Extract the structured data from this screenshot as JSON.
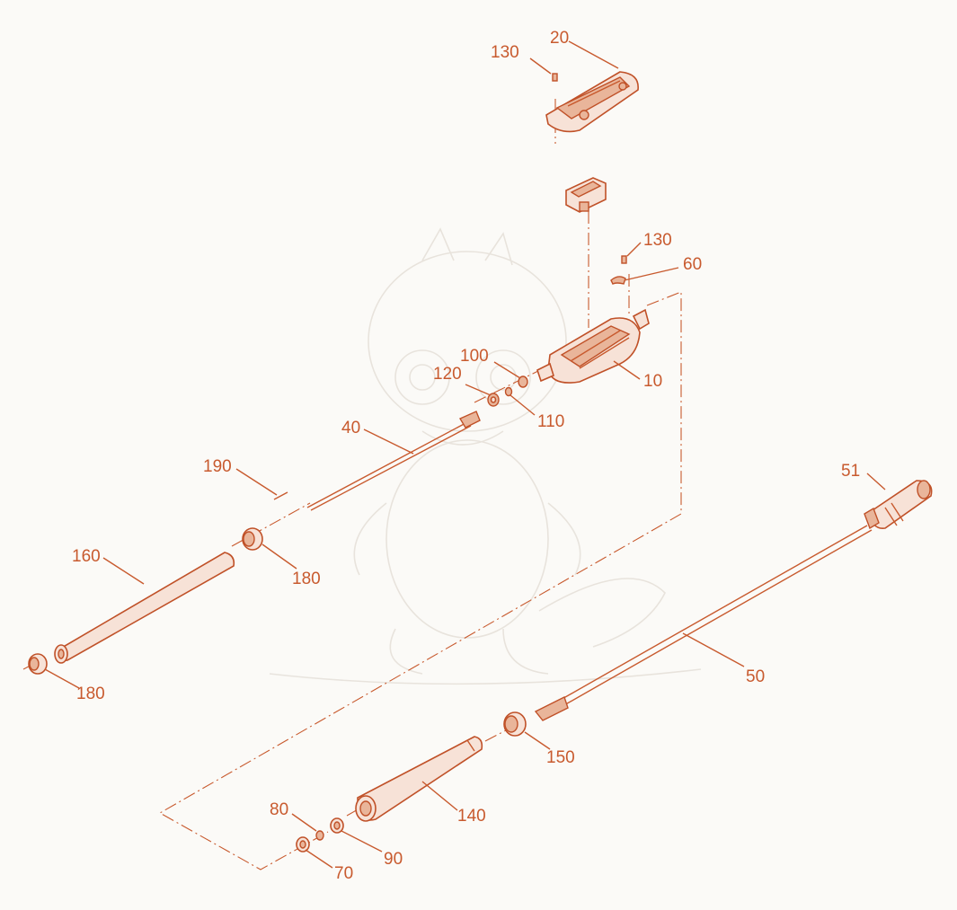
{
  "diagram": {
    "accent_color": "#c85a2e",
    "background_color": "#fbfaf7",
    "labels": {
      "p20": "20",
      "p130_top": "130",
      "p130_mid": "130",
      "p60": "60",
      "p10": "10",
      "p100": "100",
      "p120": "120",
      "p110": "110",
      "p40": "40",
      "p190": "190",
      "p160": "160",
      "p180_mid": "180",
      "p180_left": "180",
      "p51": "51",
      "p50": "50",
      "p150": "150",
      "p140": "140",
      "p80": "80",
      "p90": "90",
      "p70": "70"
    }
  }
}
